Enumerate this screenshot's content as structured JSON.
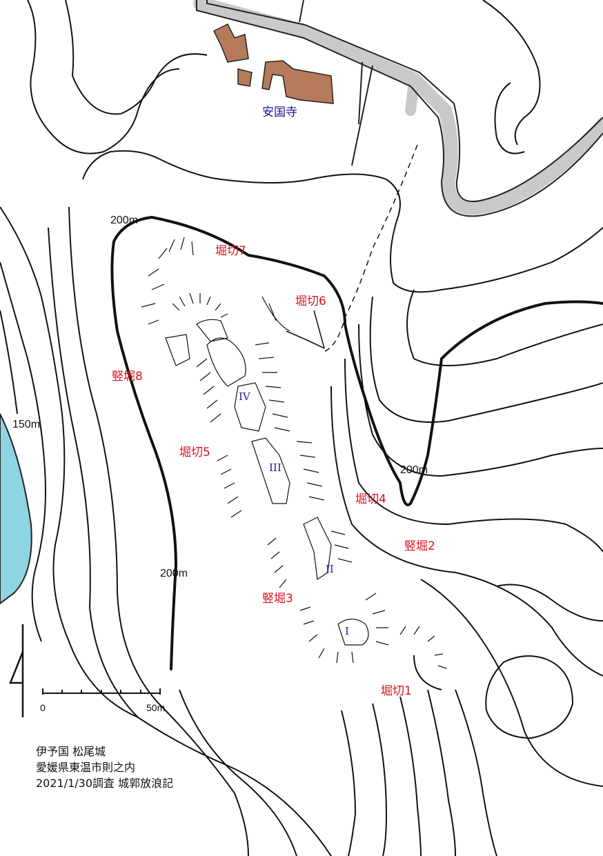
{
  "labels": {
    "temple": "安国寺",
    "horikiri7": "堀切7",
    "horikiri6": "堀切6",
    "horikiri5": "堀切5",
    "horikiri4": "堀切4",
    "horikiri1": "堀切1",
    "tatebori8": "竪堀8",
    "tatebori3": "竪堀3",
    "tatebori2": "竪堀2",
    "kuruwa4": "IV",
    "kuruwa3": "III",
    "kuruwa2": "II",
    "kuruwa1": "I"
  },
  "elevations": {
    "e200_top": "200m",
    "e200_right": "200m",
    "e200_left": "200m",
    "e150": "150m"
  },
  "scale_bar": {
    "start": "0",
    "end": "50m"
  },
  "info": {
    "line1": "伊予国 松尾城",
    "line2": "愛媛県東温市則之内",
    "line3": "2021/1/30調査 城郭放浪記"
  },
  "colors": {
    "road": "#c7c9cb",
    "building": "#b57a5a",
    "river": "#8ed4e2",
    "label_red": "#d8141c",
    "label_blue": "#1a1a9a"
  }
}
